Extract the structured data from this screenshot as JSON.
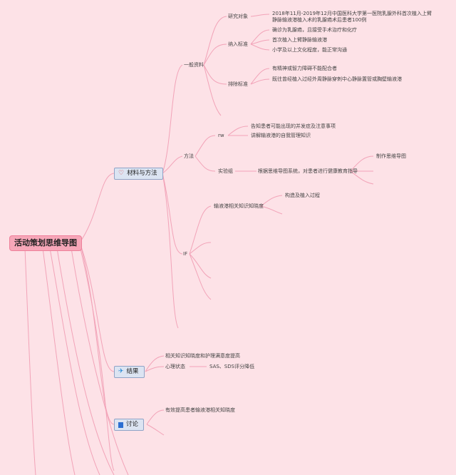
{
  "root": "活动策划思维导图",
  "topics": {
    "materials": "材料与方法",
    "results": "结果",
    "discussion": "讨论"
  },
  "icons": {
    "materials": "heart-icon",
    "results": "paper-plane-icon",
    "discussion": "flag-icon"
  },
  "materials": {
    "general": "一般资料",
    "subjects_label": "研究对象",
    "subjects_text": "2018年11月-2019年12月中国医科大学第一医院乳腺外科首次植入上臂静脉输液港植入术的乳腺癌术后患者100例",
    "inclusion_label": "纳入标准",
    "inclusion": [
      "确诊为乳腺癌，且接受手术治疗和化疗",
      "首次植入上臂静脉输液港",
      "小学及以上文化程度，能正常沟通"
    ],
    "exclusion_label": "排除标准",
    "exclusion": [
      "有精神或智力障碍不能配合者",
      "既往曾经植入过经外周静脉穿刺中心静脉置管或胸壁输液港"
    ],
    "methods": "方法",
    "rw_label": "rw",
    "rw": [
      "告知患者可能出现的并发症及注意事项",
      "讲解输液港的自我管理知识"
    ],
    "experiment_label": "实验组",
    "experiment_text": "根据思维导图系统，对患者进行健康教育指导",
    "mindmap_label": "制作思维导图",
    "knowledge_label": "输液港相关知识知晓度",
    "knowledge_text": "构造及植入过程",
    "if_label": "IF"
  },
  "results": [
    "相关知识知晓度和护理满意度提高",
    "心理状态"
  ],
  "results_sas": "SAS、SDS评分降低",
  "discussion": [
    "有效提高患者输液港相关知晓度"
  ],
  "colors": {
    "background": "#fde2e7",
    "branch": "#f2a3b8",
    "root": "#f7a7b9",
    "topic": "#dce4f2"
  }
}
